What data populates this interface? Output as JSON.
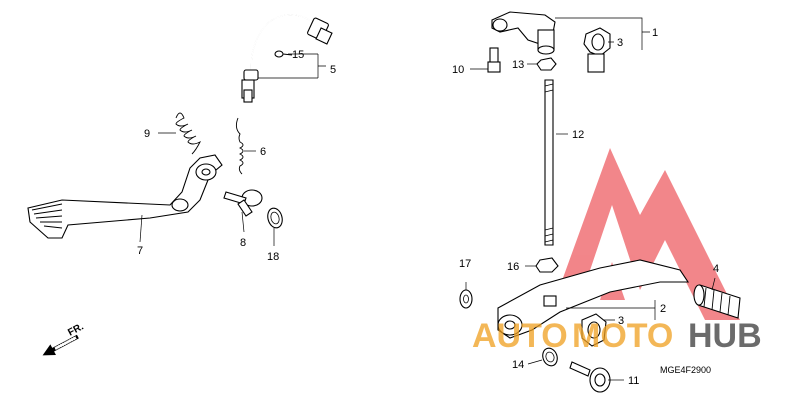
{
  "callouts": {
    "c1": "1",
    "c2": "2",
    "c3a": "3",
    "c3b": "3",
    "c4": "4",
    "c5": "5",
    "c6": "6",
    "c7": "7",
    "c8": "8",
    "c9": "9",
    "c10": "10",
    "c11": "11",
    "c12": "12",
    "c13": "13",
    "c14": "14",
    "c15": "15",
    "c16": "16",
    "c17": "17",
    "c18": "18"
  },
  "direction_label": "FR.",
  "diagram_code": "MGE4F2900",
  "watermark": {
    "part1": "AUTO",
    "part2": "MOTO",
    "part3": "HUB",
    "color_accent": "#f0a020",
    "color_dark": "#3a3a3a",
    "color_triangle": "#e8232a"
  }
}
